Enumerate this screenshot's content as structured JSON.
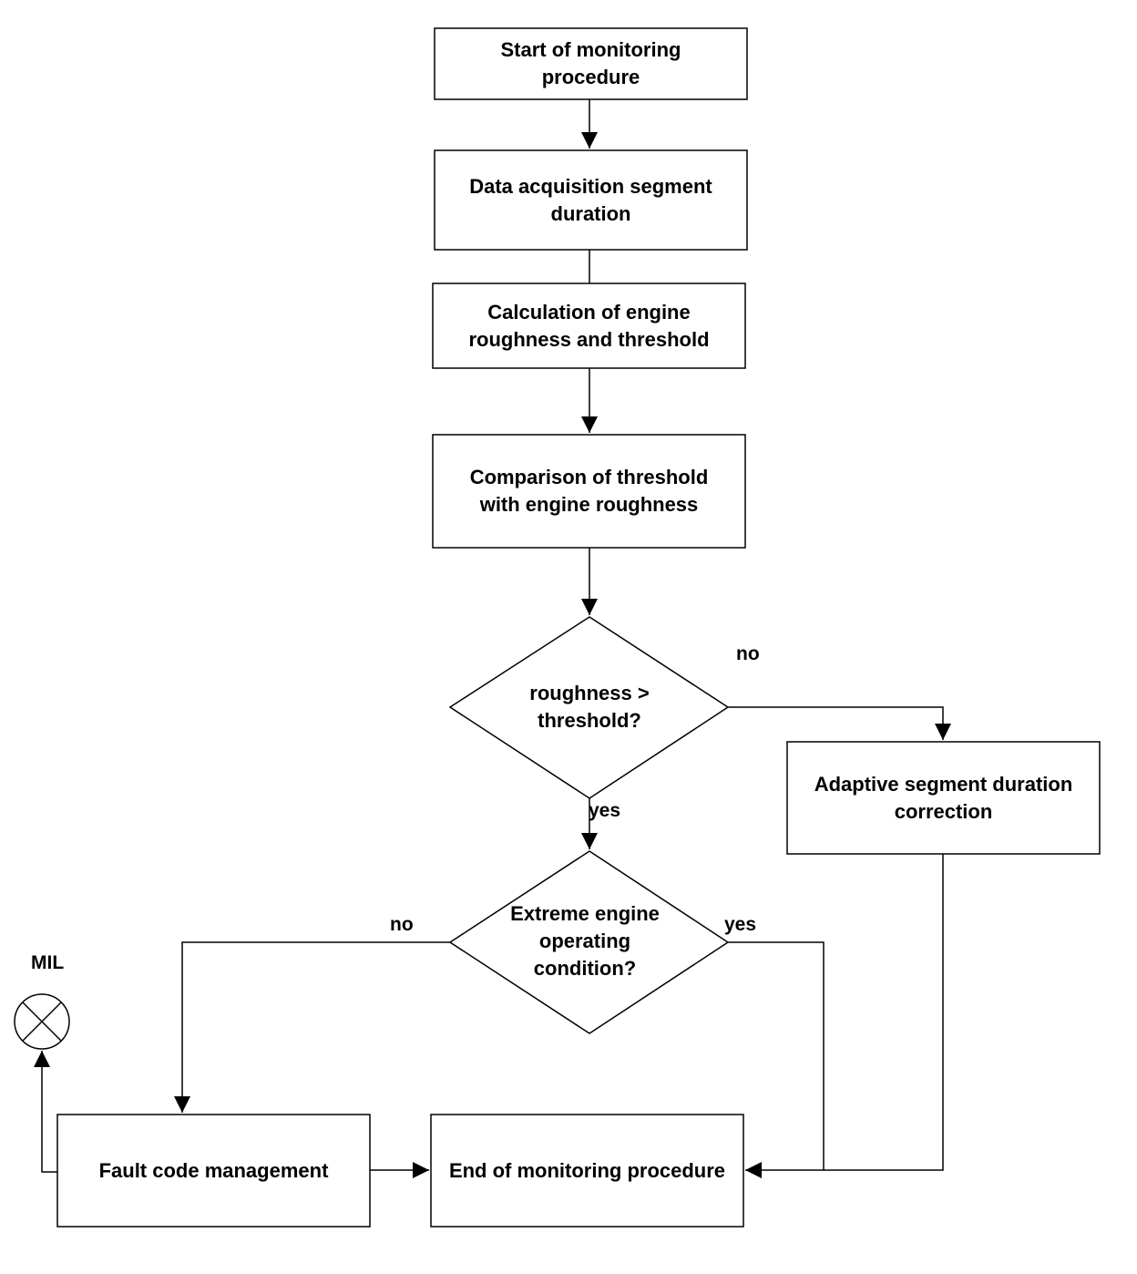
{
  "nodes": {
    "start": "Start of monitoring procedure",
    "data_acq": "Data acquisition segment duration",
    "calc": "Calculation of engine roughness and threshold",
    "compare": "Comparison of threshold with engine roughness",
    "decision_roughness": "roughness > threshold?",
    "adaptive": "Adaptive segment duration correction",
    "decision_extreme": "Extreme engine operating condition?",
    "fault": "Fault code management",
    "end": "End of monitoring procedure"
  },
  "labels": {
    "no_roughness": "no",
    "yes_roughness": "yes",
    "no_extreme": "no",
    "yes_extreme": "yes",
    "mil": "MIL"
  },
  "icons": {
    "mil_lamp": "lamp-cross-icon"
  }
}
